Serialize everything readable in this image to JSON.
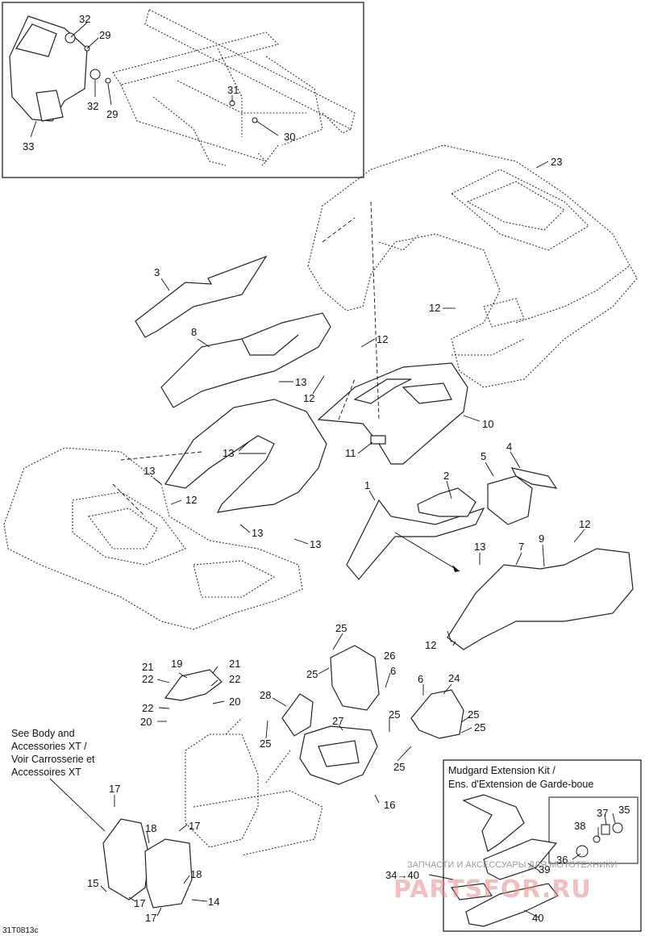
{
  "callouts": {
    "c1": "1",
    "c2": "2",
    "c3": "3",
    "c4": "4",
    "c5": "5",
    "c6": "6",
    "c7": "7",
    "c8": "8",
    "c9": "9",
    "c10": "10",
    "c11": "11",
    "c12": "12",
    "c13": "13",
    "c14": "14",
    "c15": "15",
    "c16": "16",
    "c17": "17",
    "c18": "18",
    "c19": "19",
    "c20": "20",
    "c21": "21",
    "c22": "22",
    "c23": "23",
    "c24": "24",
    "c25": "25",
    "c26": "26",
    "c27": "27",
    "c28": "28",
    "c29": "29",
    "c30": "30",
    "c31": "31",
    "c32": "32",
    "c33": "33",
    "c34_40": "34→40",
    "c35": "35",
    "c36": "36",
    "c37": "37",
    "c38": "38",
    "c39": "39",
    "c40": "40"
  },
  "see_note": {
    "line1": "See Body and",
    "line2": "Accessories XT /",
    "line3": "Voir Carrosserie et",
    "line4": "Accessoires XT"
  },
  "kit": {
    "title_line1": "Mudgard Extension Kit /",
    "title_line2": "Ens. d'Extension de Garde-boue"
  },
  "reference_code": "31T0813c",
  "watermark": {
    "small": "ЗАПЧАСТИ И АКСЕССУАРЫ ДЛЯ МОТОТЕХНИКИ",
    "big": "PARTSFOR.RU"
  }
}
